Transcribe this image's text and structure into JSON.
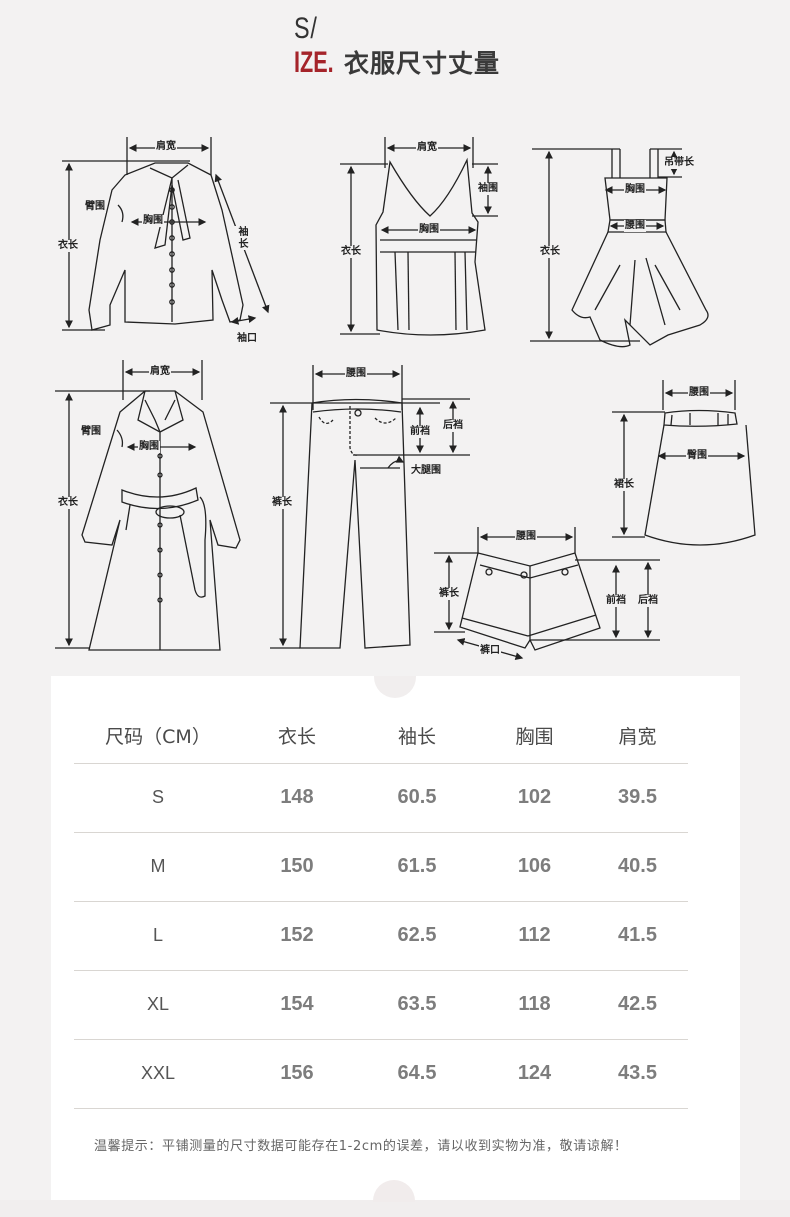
{
  "header": {
    "title_s": "S/",
    "title_ize": "IZE.",
    "title_cn": "衣服尺寸丈量",
    "accent_color": "#a5242a"
  },
  "diagrams": {
    "shirt": {
      "shoulder": "肩宽",
      "arm": "臂围",
      "chest": "胸围",
      "length": "衣长",
      "sleeve": "袖长",
      "cuff": "袖口"
    },
    "vest": {
      "shoulder": "肩宽",
      "armhole": "袖围",
      "chest": "胸围",
      "length": "衣长"
    },
    "dress": {
      "strap": "吊带长",
      "chest": "胸围",
      "waist": "腰围",
      "length": "衣长"
    },
    "coat": {
      "shoulder": "肩宽",
      "arm": "臂围",
      "chest": "胸围",
      "length": "衣长"
    },
    "pants": {
      "waist": "腰围",
      "front_rise": "前裆",
      "back_rise": "后裆",
      "thigh": "大腿围",
      "length": "裤长"
    },
    "skirt": {
      "waist": "腰围",
      "hip": "臀围",
      "length": "裙长"
    },
    "shorts": {
      "waist": "腰围",
      "length": "裤长",
      "front_rise": "前裆",
      "back_rise": "后裆",
      "hem": "裤口"
    }
  },
  "table": {
    "headers": [
      "尺码（CM）",
      "衣长",
      "袖长",
      "胸围",
      "肩宽"
    ],
    "rows": [
      {
        "size": "S",
        "length": "148",
        "sleeve": "60.5",
        "chest": "102",
        "shoulder": "39.5"
      },
      {
        "size": "M",
        "length": "150",
        "sleeve": "61.5",
        "chest": "106",
        "shoulder": "40.5"
      },
      {
        "size": "L",
        "length": "152",
        "sleeve": "62.5",
        "chest": "112",
        "shoulder": "41.5"
      },
      {
        "size": "XL",
        "length": "154",
        "sleeve": "63.5",
        "chest": "118",
        "shoulder": "42.5"
      },
      {
        "size": "XXL",
        "length": "156",
        "sleeve": "64.5",
        "chest": "124",
        "shoulder": "43.5"
      }
    ]
  },
  "note": "温馨提示：平铺测量的尺寸数据可能存在1-2cm的误差，请以收到实物为准，敬请谅解！"
}
